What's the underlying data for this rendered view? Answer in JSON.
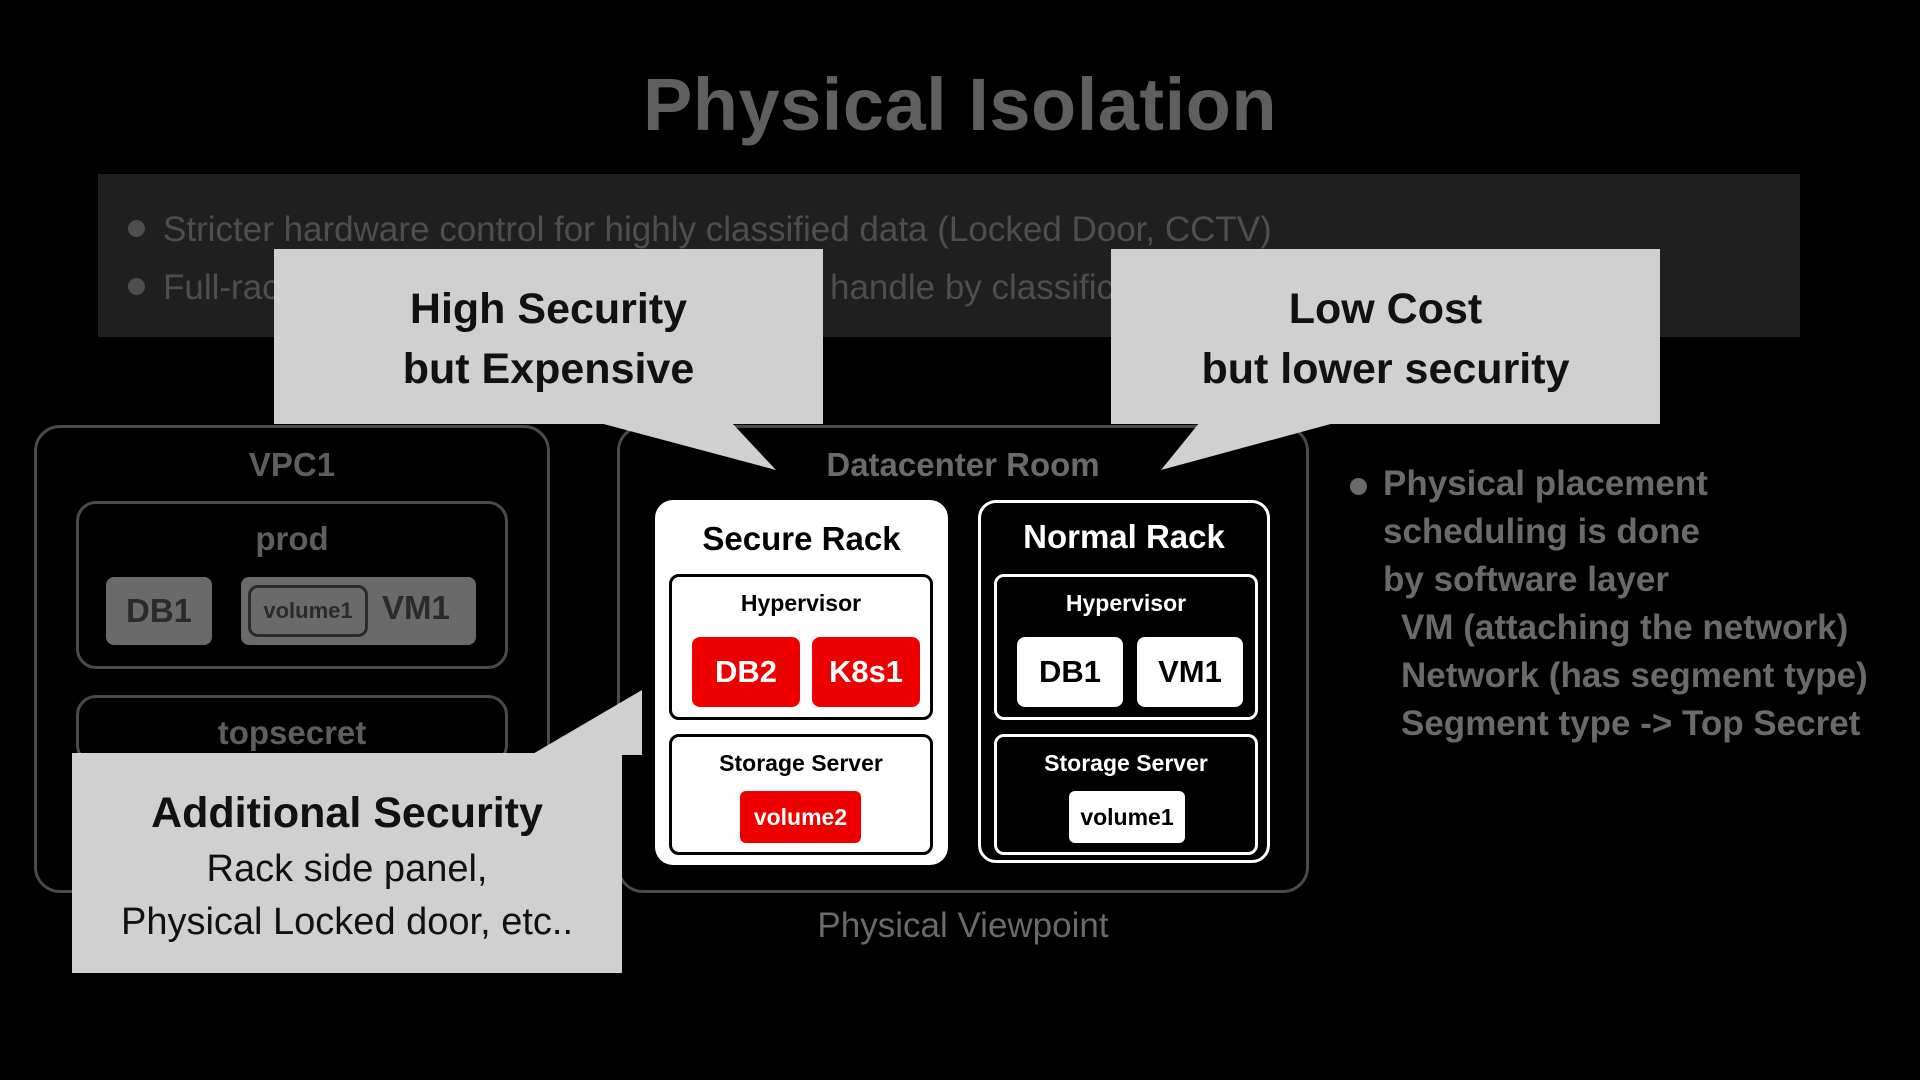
{
  "title": "Physical Isolation",
  "top_bullets": [
    "Stricter hardware control for highly classified data (Locked Door, CCTV)",
    "Full-rack",
    "handle by classific"
  ],
  "callouts": {
    "high_security": {
      "line1": "High Security",
      "line2": "but Expensive"
    },
    "low_cost": {
      "line1": "Low Cost",
      "line2": "but lower security"
    },
    "additional": {
      "title": "Additional Security",
      "line1": "Rack side panel,",
      "line2": "Physical Locked door, etc.."
    }
  },
  "vpc": {
    "label": "VPC1",
    "prod": {
      "label": "prod",
      "db": "DB1",
      "volume": "volume1",
      "vm": "VM1"
    },
    "topsecret": {
      "label": "topsecret"
    }
  },
  "datacenter": {
    "label": "Datacenter Room",
    "caption": "Physical Viewpoint",
    "secure_rack": {
      "label": "Secure Rack",
      "hypervisor": "Hypervisor",
      "items": [
        "DB2",
        "K8s1"
      ],
      "storage": "Storage Server",
      "volume": "volume2"
    },
    "normal_rack": {
      "label": "Normal Rack",
      "hypervisor": "Hypervisor",
      "items": [
        "DB1",
        "VM1"
      ],
      "storage": "Storage Server",
      "volume": "volume1"
    }
  },
  "right_bullets": {
    "main": [
      "Physical placement",
      "scheduling is done",
      "by software layer"
    ],
    "sub": [
      "VM (attaching the network)",
      "Network (has segment type)",
      "Segment type -> Top Secret"
    ]
  },
  "colors": {
    "background": "#000000",
    "red_chip": "#ee0000",
    "callout_gray": "#d0d0d0",
    "dim_text": "#5e5e5e"
  }
}
